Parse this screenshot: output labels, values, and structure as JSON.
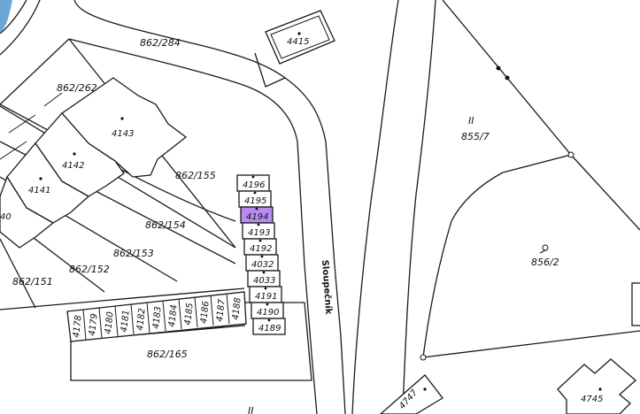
{
  "map": {
    "street_name": "Sloupečník",
    "highlight_color": "#b68cf0",
    "parcels": {
      "p862_284": "862/284",
      "p862_262": "862/262",
      "p862_155": "862/155",
      "p862_154": "862/154",
      "p862_153": "862/153",
      "p862_152": "862/152",
      "p862_151": "862/151",
      "p862_165": "862/165",
      "p855_7": "855/7",
      "p856_2": "856/2"
    },
    "buildings": {
      "b4415": "4415",
      "b4143": "4143",
      "b4142": "4142",
      "b4141": "4141",
      "b4140": "40",
      "b4196": "4196",
      "b4195": "4195",
      "b4194": "4194",
      "b4193": "4193",
      "b4192": "4192",
      "b4032": "4032",
      "b4033": "4033",
      "b4191": "4191",
      "b4190": "4190",
      "b4189": "4189",
      "b4178": "4178",
      "b4179": "4179",
      "b4180": "4180",
      "b4181": "4181",
      "b4182": "4182",
      "b4183": "4183",
      "b4184": "4184",
      "b4185": "4185",
      "b4186": "4186",
      "b4187": "4187",
      "b4188": "4188",
      "b4747": "4747",
      "b4745": "4745"
    },
    "symbols": {
      "ii_1": "II",
      "ii_2": "II"
    }
  }
}
